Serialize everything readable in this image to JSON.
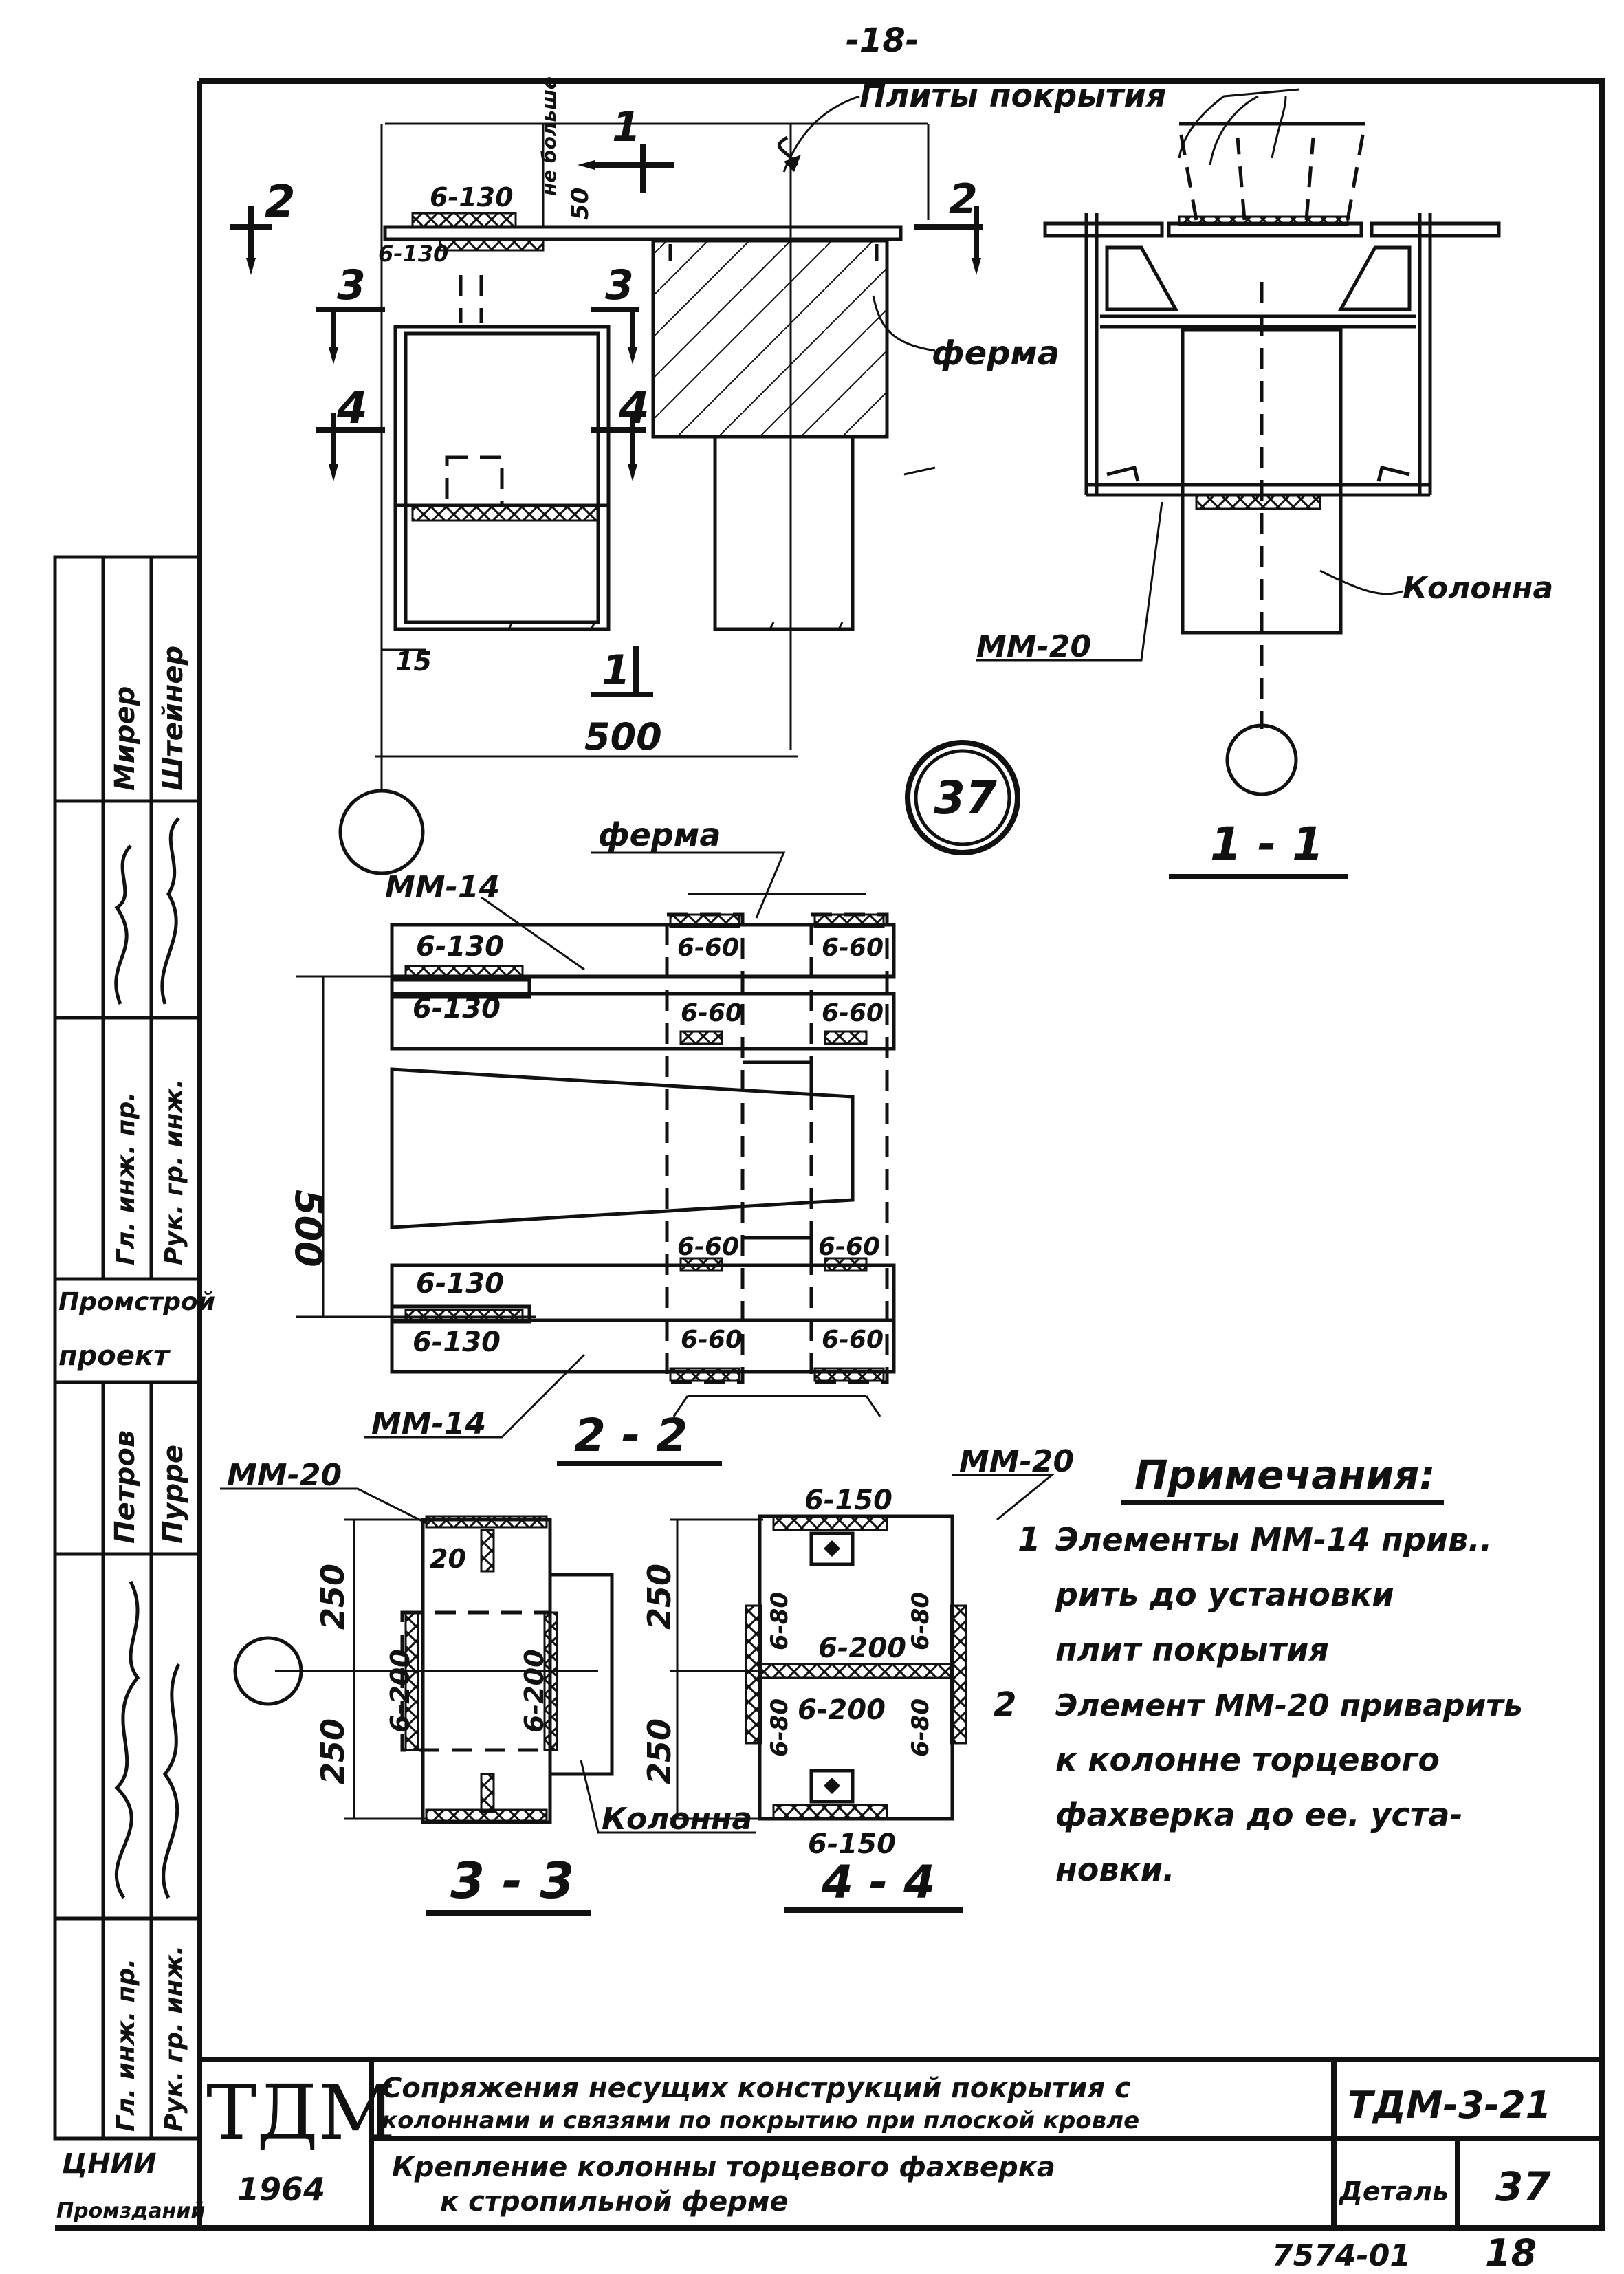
{
  "page_number": "-18-",
  "labels": {
    "plity_pokrytiya": "Плиты покрытия",
    "ferma": "ферма",
    "ferma_top": "ферма",
    "kolonna": "Колонна",
    "kolonna_33": "Колонна",
    "ne_bolshe": "не больше",
    "mm20_a": "ММ-20",
    "mm20_b": "ММ-20",
    "mm20_c": "ММ-20",
    "mm14_a": "ММ-14",
    "mm14_b": "ММ-14"
  },
  "dimensions": {
    "d500_top": "500",
    "d500_side": "500",
    "d50": "50",
    "d15": "15",
    "d20": "20",
    "d250_a": "250",
    "d250_b": "250",
    "d250_c": "250",
    "d250_d": "250"
  },
  "welds": {
    "w6_130_a": "6-130",
    "w6_130_b": "6-130",
    "w6_130_c": "6-130",
    "w6_130_d": "6-130",
    "w6_130_e": "6-130",
    "w6_130_f": "6-130",
    "w6_60_a": "6-60",
    "w6_60_b": "6-60",
    "w6_60_c": "6-60",
    "w6_60_d": "6-60",
    "w6_60_e": "6-60",
    "w6_60_f": "6-60",
    "w6_60_g": "6-60",
    "w6_60_h": "6-60",
    "w6_150_a": "6-150",
    "w6_150_b": "6-150",
    "w6_200_a": "6-200",
    "w6_200_b": "6-200",
    "w6_200_c": "6-200",
    "w6_200_d": "6-200",
    "w6_80_a": "6-80",
    "w6_80_b": "6-80",
    "w6_80_c": "6-80",
    "w6_80_d": "6-80"
  },
  "section_marks": {
    "s1": "1",
    "s1b": "1",
    "s2": "2",
    "s2b": "2",
    "s3": "3",
    "s3b": "3",
    "s4": "4",
    "s4b": "4"
  },
  "section_titles": {
    "t11": "1 - 1",
    "t22": "2 - 2",
    "t33": "3 - 3",
    "t44": "4 - 4"
  },
  "detail_number": "37",
  "notes": {
    "title": "Примечания:",
    "n1_num": "1",
    "n1_l1": "Элементы ММ-14 прив..",
    "n1_l2": "рить до установки",
    "n1_l3": "плит покрытия",
    "n2_num": "2",
    "n2_l1": "Элемент ММ-20 приварить",
    "n2_l2": "к колонне торцевого",
    "n2_l3": "фахверка до ее. уста-",
    "n2_l4": "новки."
  },
  "side_stamp": {
    "r1a": "Гл. инж. пр.",
    "r1b": "Рук. гр. инж.",
    "name1": "Мирер",
    "name2": "Штейнер",
    "org1": "Промстрой",
    "org2": "проект",
    "name3": "Петров",
    "name4": "Пурре",
    "r2a": "Гл. инж. пр.",
    "r2b": "Рук. гр. инж.",
    "org3": "ЦНИИ",
    "org4": "Промзданий"
  },
  "title_block": {
    "logo": "ТДМ",
    "year": "1964",
    "line1": "Сопряжения несущих конструкций покрытия с",
    "line2": "колоннами и связями по покрытию при плоской кровле",
    "code": "ТДМ-3-21",
    "line3": "Крепление колонны торцевого фахверка",
    "line4": "к стропильной ферме",
    "detail_label": "Деталь",
    "detail_value": "37"
  },
  "footer": {
    "num": "7574-01",
    "page": "18"
  }
}
